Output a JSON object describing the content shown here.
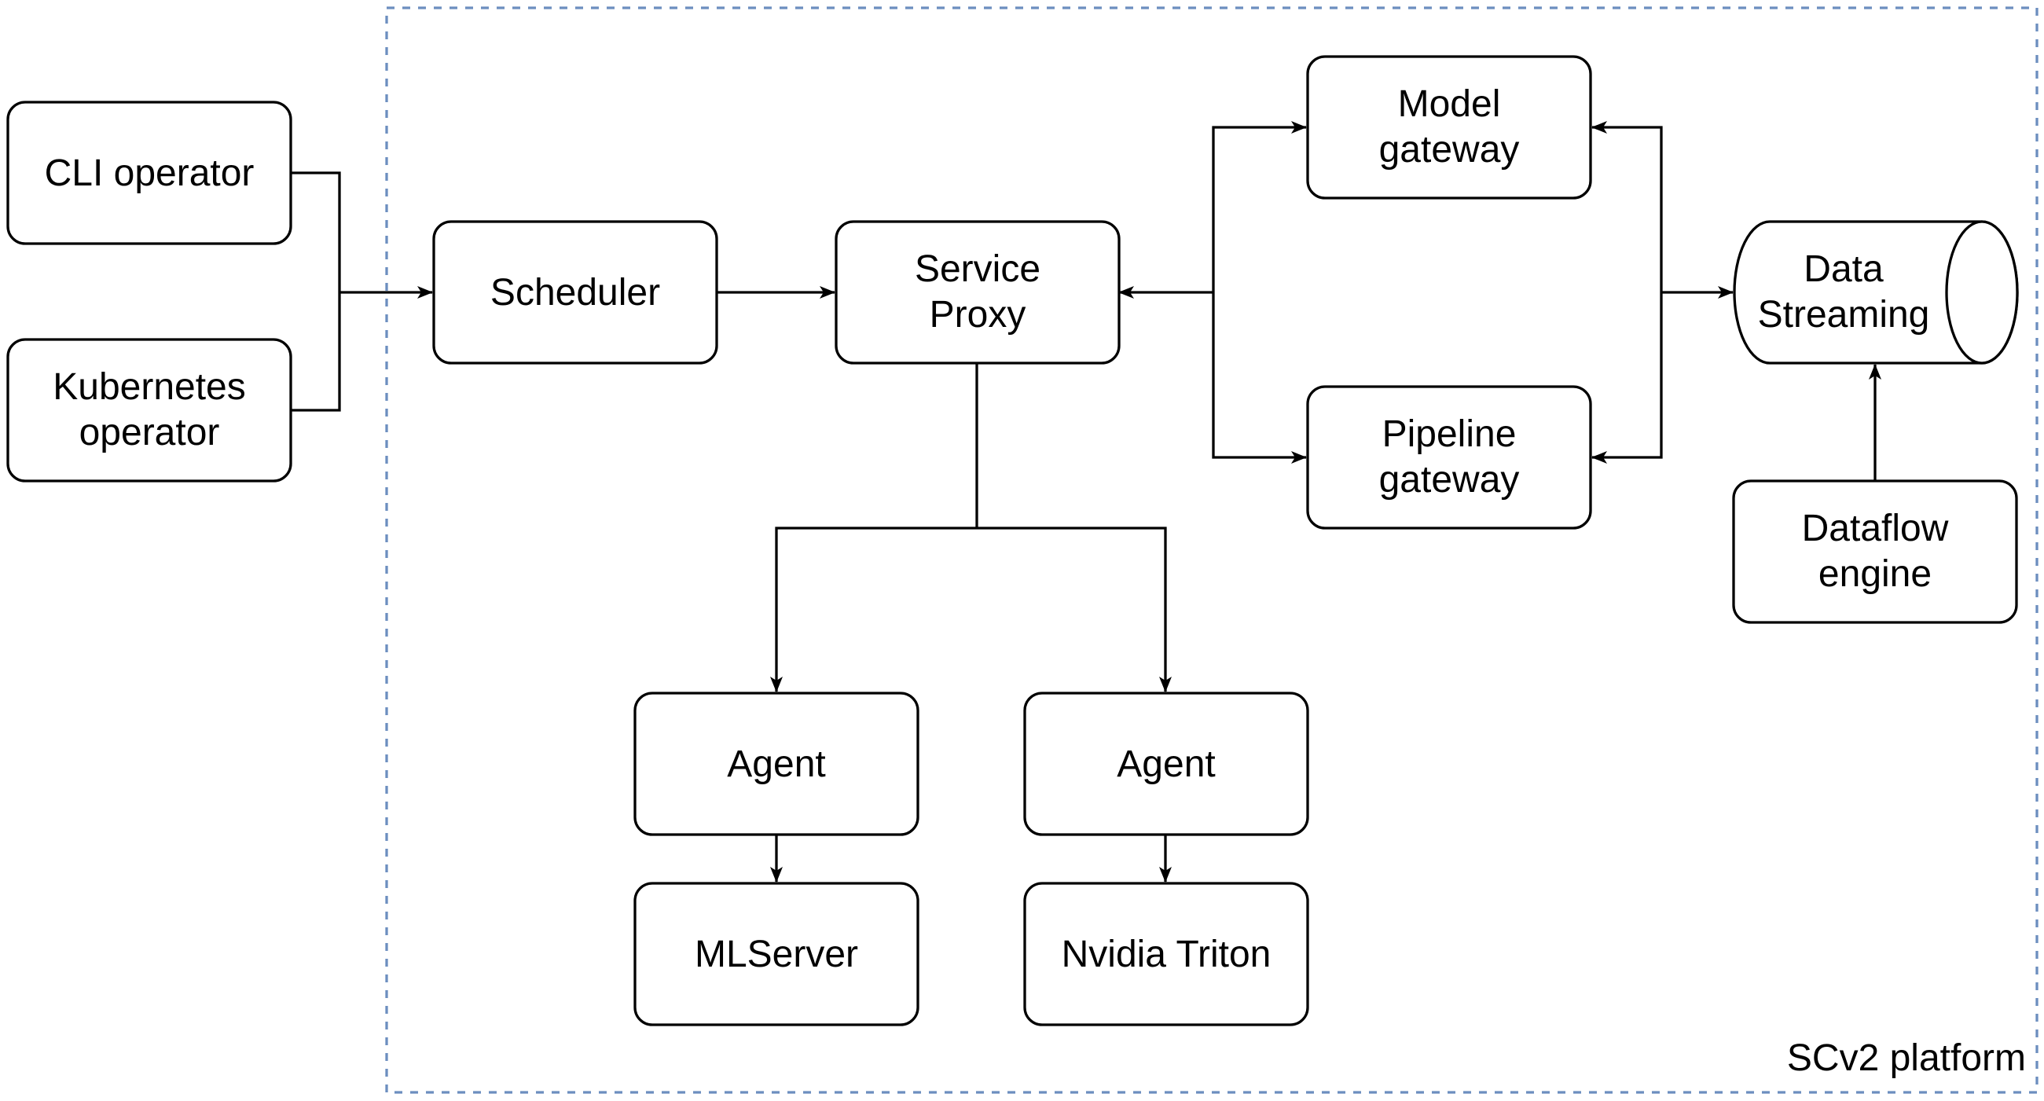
{
  "platform": {
    "label": "SCv2 platform",
    "border_color": "#6c8ebf"
  },
  "nodes": {
    "cli_operator": {
      "lines": [
        "CLI operator"
      ]
    },
    "kubernetes_operator": {
      "lines": [
        "Kubernetes",
        "operator"
      ]
    },
    "scheduler": {
      "lines": [
        "Scheduler"
      ]
    },
    "service_proxy": {
      "lines": [
        "Service",
        "Proxy"
      ]
    },
    "model_gateway": {
      "lines": [
        "Model",
        "gateway"
      ]
    },
    "pipeline_gateway": {
      "lines": [
        "Pipeline",
        "gateway"
      ]
    },
    "data_streaming": {
      "lines": [
        "Data",
        "Streaming"
      ]
    },
    "dataflow_engine": {
      "lines": [
        "Dataflow",
        "engine"
      ]
    },
    "agent_left": {
      "lines": [
        "Agent"
      ]
    },
    "agent_right": {
      "lines": [
        "Agent"
      ]
    },
    "mlserver": {
      "lines": [
        "MLServer"
      ]
    },
    "nvidia_triton": {
      "lines": [
        "Nvidia Triton"
      ]
    }
  }
}
